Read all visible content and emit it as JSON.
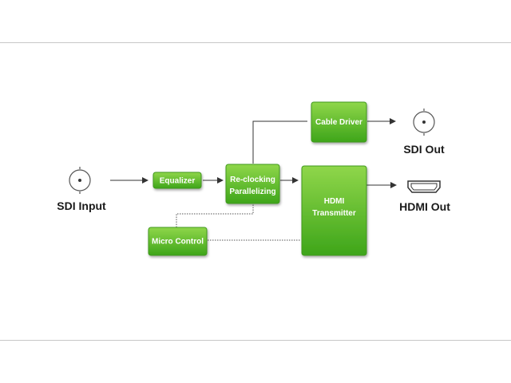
{
  "colors": {
    "block_top": "#8fd64a",
    "block_bottom": "#3ea51a",
    "block_border": "#3f9a1c",
    "wire": "#333333",
    "rule": "#c8c8c8",
    "label": "#1a1a1a"
  },
  "blocks": {
    "equalizer": "Equalizer",
    "reclocking_line1": "Re-clocking",
    "reclocking_line2": "Parallelizing",
    "cable_driver": "Cable Driver",
    "hdmi_tx_line1": "HDMI",
    "hdmi_tx_line2": "Transmitter",
    "micro_control": "Micro Control"
  },
  "ports": {
    "sdi_input": "SDI Input",
    "sdi_out": "SDI Out",
    "hdmi_out": "HDMI Out"
  },
  "icons": {
    "sdi_input": "bnc-connector-icon",
    "sdi_out": "bnc-connector-icon",
    "hdmi_out": "hdmi-connector-icon"
  }
}
